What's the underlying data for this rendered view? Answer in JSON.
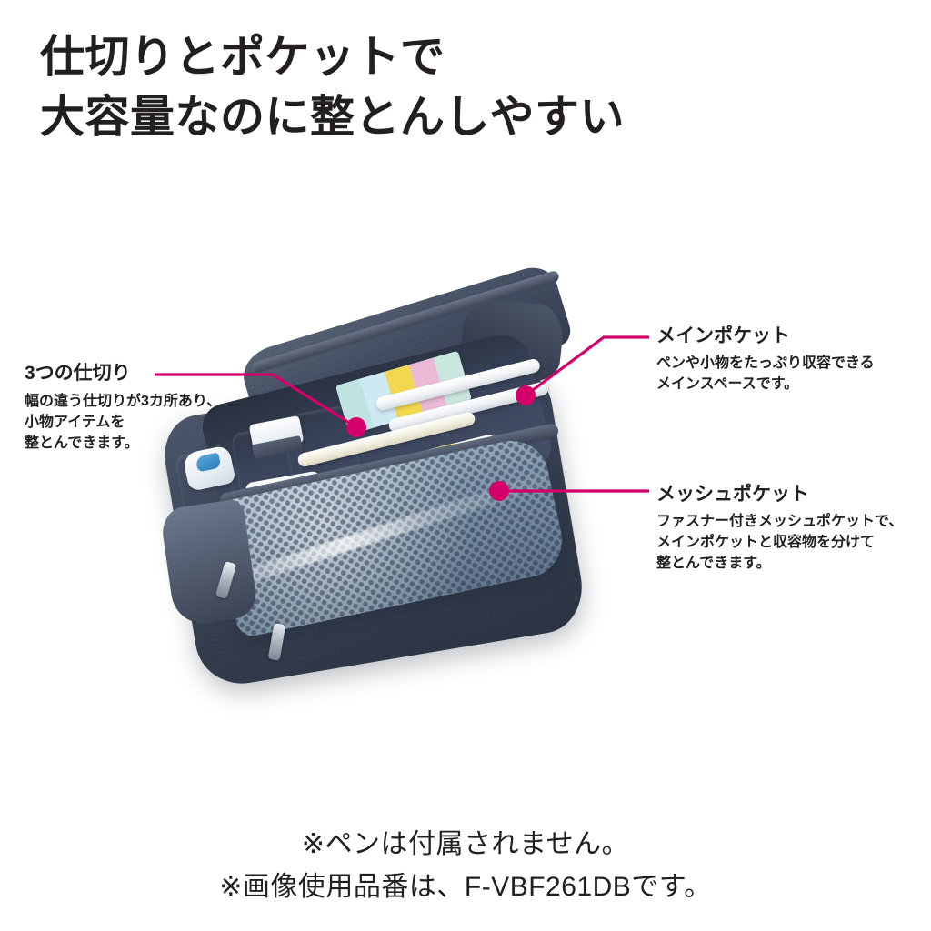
{
  "headline": {
    "line1": "仕切りとポケットで",
    "line2": "大容量なのに整とんしやすい"
  },
  "callouts": {
    "dividers": {
      "title": "3つの仕切り",
      "desc_line1": "幅の違う仕切りが3カ所あり、",
      "desc_line2": "小物アイテムを",
      "desc_line3": "整とんできます。"
    },
    "main_pocket": {
      "title": "メインポケット",
      "desc_line1": "ペンや小物をたっぷり収容できる",
      "desc_line2": "メインスペースです。"
    },
    "mesh_pocket": {
      "title": "メッシュポケット",
      "desc_line1": "ファスナー付きメッシュポケットで、",
      "desc_line2": "メインポケットと収容物を分けて",
      "desc_line3": "整とんできます。"
    }
  },
  "footnotes": {
    "line1": "※ペンは付属されません。",
    "line2": "※画像使用品番は、F-VBF261DBです。"
  },
  "colors": {
    "accent": "#d4006a",
    "text": "#231f20",
    "background": "#ffffff",
    "case_navy": "#3a4456",
    "mesh_blue": "#8fa2b5"
  },
  "product_photo": {
    "alt": "ネイビーのペンケース（開いた状態）"
  }
}
